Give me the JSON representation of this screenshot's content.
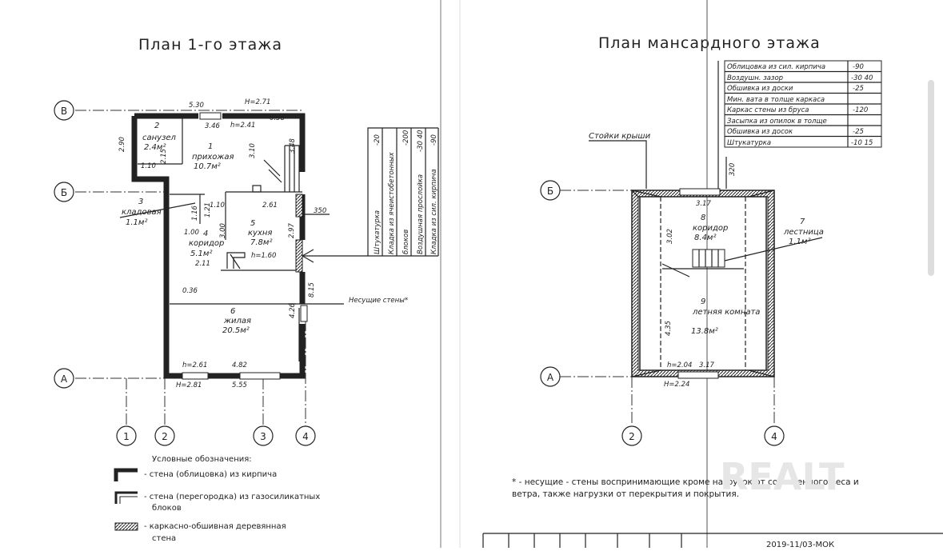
{
  "left_plan": {
    "title": "План 1-го этажа",
    "axes": {
      "B": "В",
      "Bb": "Б",
      "A": "А",
      "n1": "1",
      "n2": "2",
      "n3": "3",
      "n4": "4"
    },
    "dims": {
      "d530": "5.30",
      "h271": "H=2.71",
      "d346": "3.46",
      "h241": "h=2.41",
      "d038": "0.38",
      "d290": "2.90",
      "d110a": "1.10",
      "d215": "2.15",
      "d310": "3.10",
      "d348": "3.48",
      "d110b": "1.10",
      "d116": "1.16",
      "d121": "1.21",
      "d100": "1.00",
      "d261": "2.61",
      "d350": "350",
      "d300": "3.00",
      "d297": "2.97",
      "h160": "h=1.60",
      "d211": "2.11",
      "d036": "0.36",
      "d815": "8.15",
      "d426": "4.26",
      "h261": "h=2.61",
      "d482": "4.82",
      "H281": "H=2.81",
      "d555": "5.55"
    },
    "rooms": [
      {
        "num": "2",
        "name": "санузел",
        "area": "2.4м²"
      },
      {
        "num": "1",
        "name": "прихожая",
        "area": "10.7м²"
      },
      {
        "num": "3",
        "name": "кладовая",
        "area": "1.1м²"
      },
      {
        "num": "5",
        "name": "кухня",
        "area": "7.8м²"
      },
      {
        "num": "4",
        "name": "коридор",
        "area": "5.1м²"
      },
      {
        "num": "6",
        "name": "жилая",
        "area": "20.5м²"
      }
    ],
    "bearing_note": "Несущие стены*",
    "wall_layers": [
      {
        "name": "Штукатурка",
        "value": "-20"
      },
      {
        "name": "Кладка из ячеистобетонных",
        "value": ""
      },
      {
        "name": "блоков",
        "value": "-200"
      },
      {
        "name": "Воздушная прослойка",
        "value": "-30 40"
      },
      {
        "name": "Кладка из сил. кирпича",
        "value": "-90"
      }
    ]
  },
  "right_plan": {
    "title": "План мансардного этажа",
    "roof_posts": "Стойки крыши",
    "axes": {
      "Bb": "Б",
      "A": "А",
      "n2": "2",
      "n4": "4"
    },
    "dims": {
      "d320": "320",
      "d317a": "3.17",
      "d302": "3.02",
      "d435": "4.35",
      "h204": "h=2.04",
      "d317b": "3.17",
      "H224": "H=2.24"
    },
    "rooms": [
      {
        "num": "8",
        "name": "коридор",
        "area": "8.4м²"
      },
      {
        "num": "7",
        "name": "лестница",
        "area": "1.1м²"
      },
      {
        "num": "9",
        "name": "летняя комната",
        "area": "13.8м²"
      }
    ],
    "layers": [
      {
        "name": "Облицовка из сил. кирпича",
        "value": "-90"
      },
      {
        "name": "Воздушн. зазор",
        "value": "-30 40"
      },
      {
        "name": "Обшивка из доски",
        "value": "-25"
      },
      {
        "name": "Мин. вата в толще каркаса",
        "value": ""
      },
      {
        "name": "Каркас стены из бруса",
        "value": "-120"
      },
      {
        "name": "Засыпка из опилок в толще",
        "value": ""
      },
      {
        "name": "Обшивка из досок",
        "value": "-25"
      },
      {
        "name": "Штукатурка",
        "value": "-10 15"
      }
    ]
  },
  "legend": {
    "title": "Условные обозначения:",
    "item1": "- стена (облицовка) из кирпича",
    "item2a": "- стена (перегородка) из газосиликатных",
    "item2b": "блоков",
    "item3a": "- каркасно-обшивная деревянная",
    "item3b": "стена"
  },
  "footnote": {
    "line1": "* - несущие - стены воспринимающие кроме нагрузок от собственного веса и",
    "line2": "ветра, также нагрузки от перекрытия и покрытия."
  },
  "stamp_code": "2019-11/03-МОК",
  "watermark": "REALT"
}
